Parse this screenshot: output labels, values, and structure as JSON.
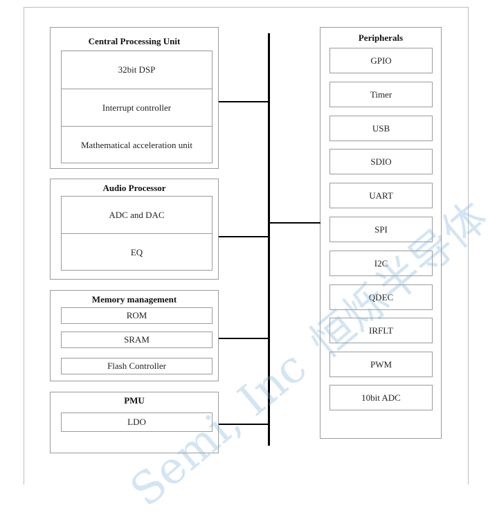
{
  "cpu": {
    "title": "Central Processing Unit",
    "items": [
      "32bit DSP",
      "Interrupt controller",
      "Mathematical acceleration unit"
    ]
  },
  "audio": {
    "title": "Audio Processor",
    "items": [
      "ADC and DAC",
      "EQ"
    ]
  },
  "memory": {
    "title": "Memory management",
    "items": [
      "ROM",
      "SRAM",
      "Flash Controller"
    ]
  },
  "pmu": {
    "title": "PMU",
    "items": [
      "LDO"
    ]
  },
  "peripherals": {
    "title": "Peripherals",
    "items": [
      "GPIO",
      "Timer",
      "USB",
      "SDIO",
      "UART",
      "SPI",
      "I2C",
      "QDEC",
      "IRFLT",
      "PWM",
      "10bit ADC"
    ]
  },
  "watermark": {
    "latin": "Semi, Inc",
    "chinese": "恒烁半导体"
  }
}
